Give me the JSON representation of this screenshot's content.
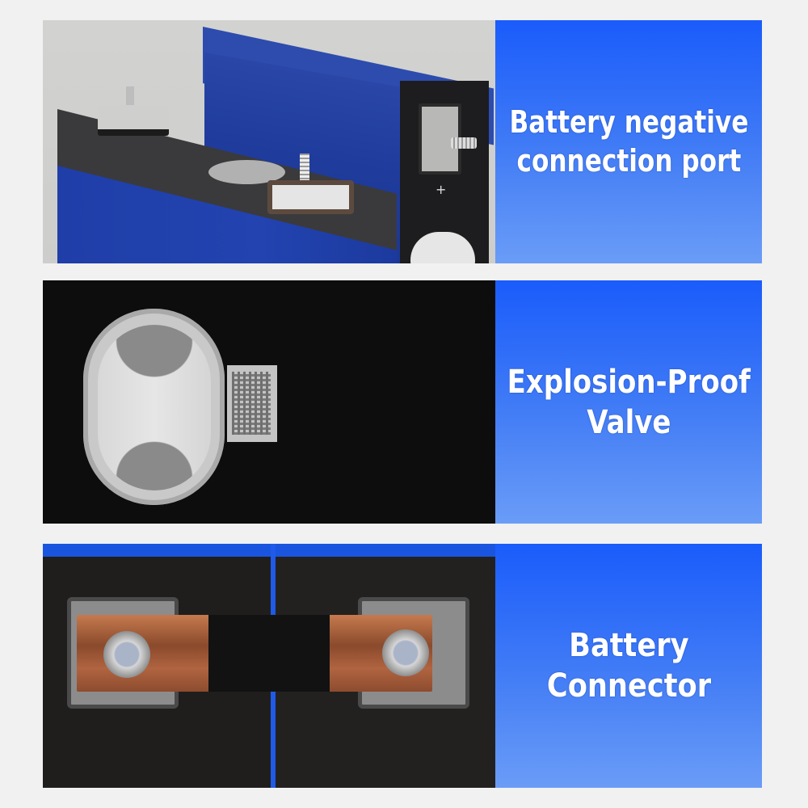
{
  "panels": [
    {
      "id": "negative-port",
      "caption_lines": [
        "Battery negative",
        "connection port"
      ],
      "photo_subject": "prismatic battery cell with top terminals and side negative port",
      "icons": {
        "polarity_mark": "+"
      }
    },
    {
      "id": "explosion-valve",
      "caption_lines": [
        "Explosion-Proof",
        "Valve"
      ],
      "photo_subject": "close-up of oval explosion-proof vent valve with QR code label"
    },
    {
      "id": "battery-connector",
      "caption_lines": [
        "Battery",
        "Connector"
      ],
      "photo_subject": "copper busbar bolted between two cell terminals"
    }
  ],
  "colors": {
    "background": "#f1f1f1",
    "caption_gradient_top": "#1a5cfb",
    "caption_gradient_bottom": "#6a9cf7",
    "caption_text": "#ffffff",
    "cell_blue": "#1f3ea8",
    "copper": "#b06440"
  }
}
